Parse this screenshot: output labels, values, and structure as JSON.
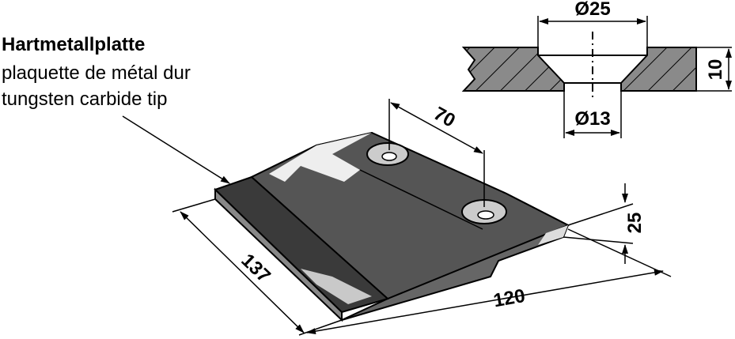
{
  "labels": {
    "de": "Hartmetallplatte",
    "fr": "plaquette de métal dur",
    "en": "tungsten carbide tip"
  },
  "dimensions": {
    "counterbore_diameter": "Ø25",
    "hole_diameter": "Ø13",
    "thickness": "10",
    "hole_spacing": "70",
    "height": "25",
    "length": "137",
    "width": "120"
  },
  "colors": {
    "steel": "#666666",
    "section": "#8a8a8a",
    "line": "#000000"
  }
}
